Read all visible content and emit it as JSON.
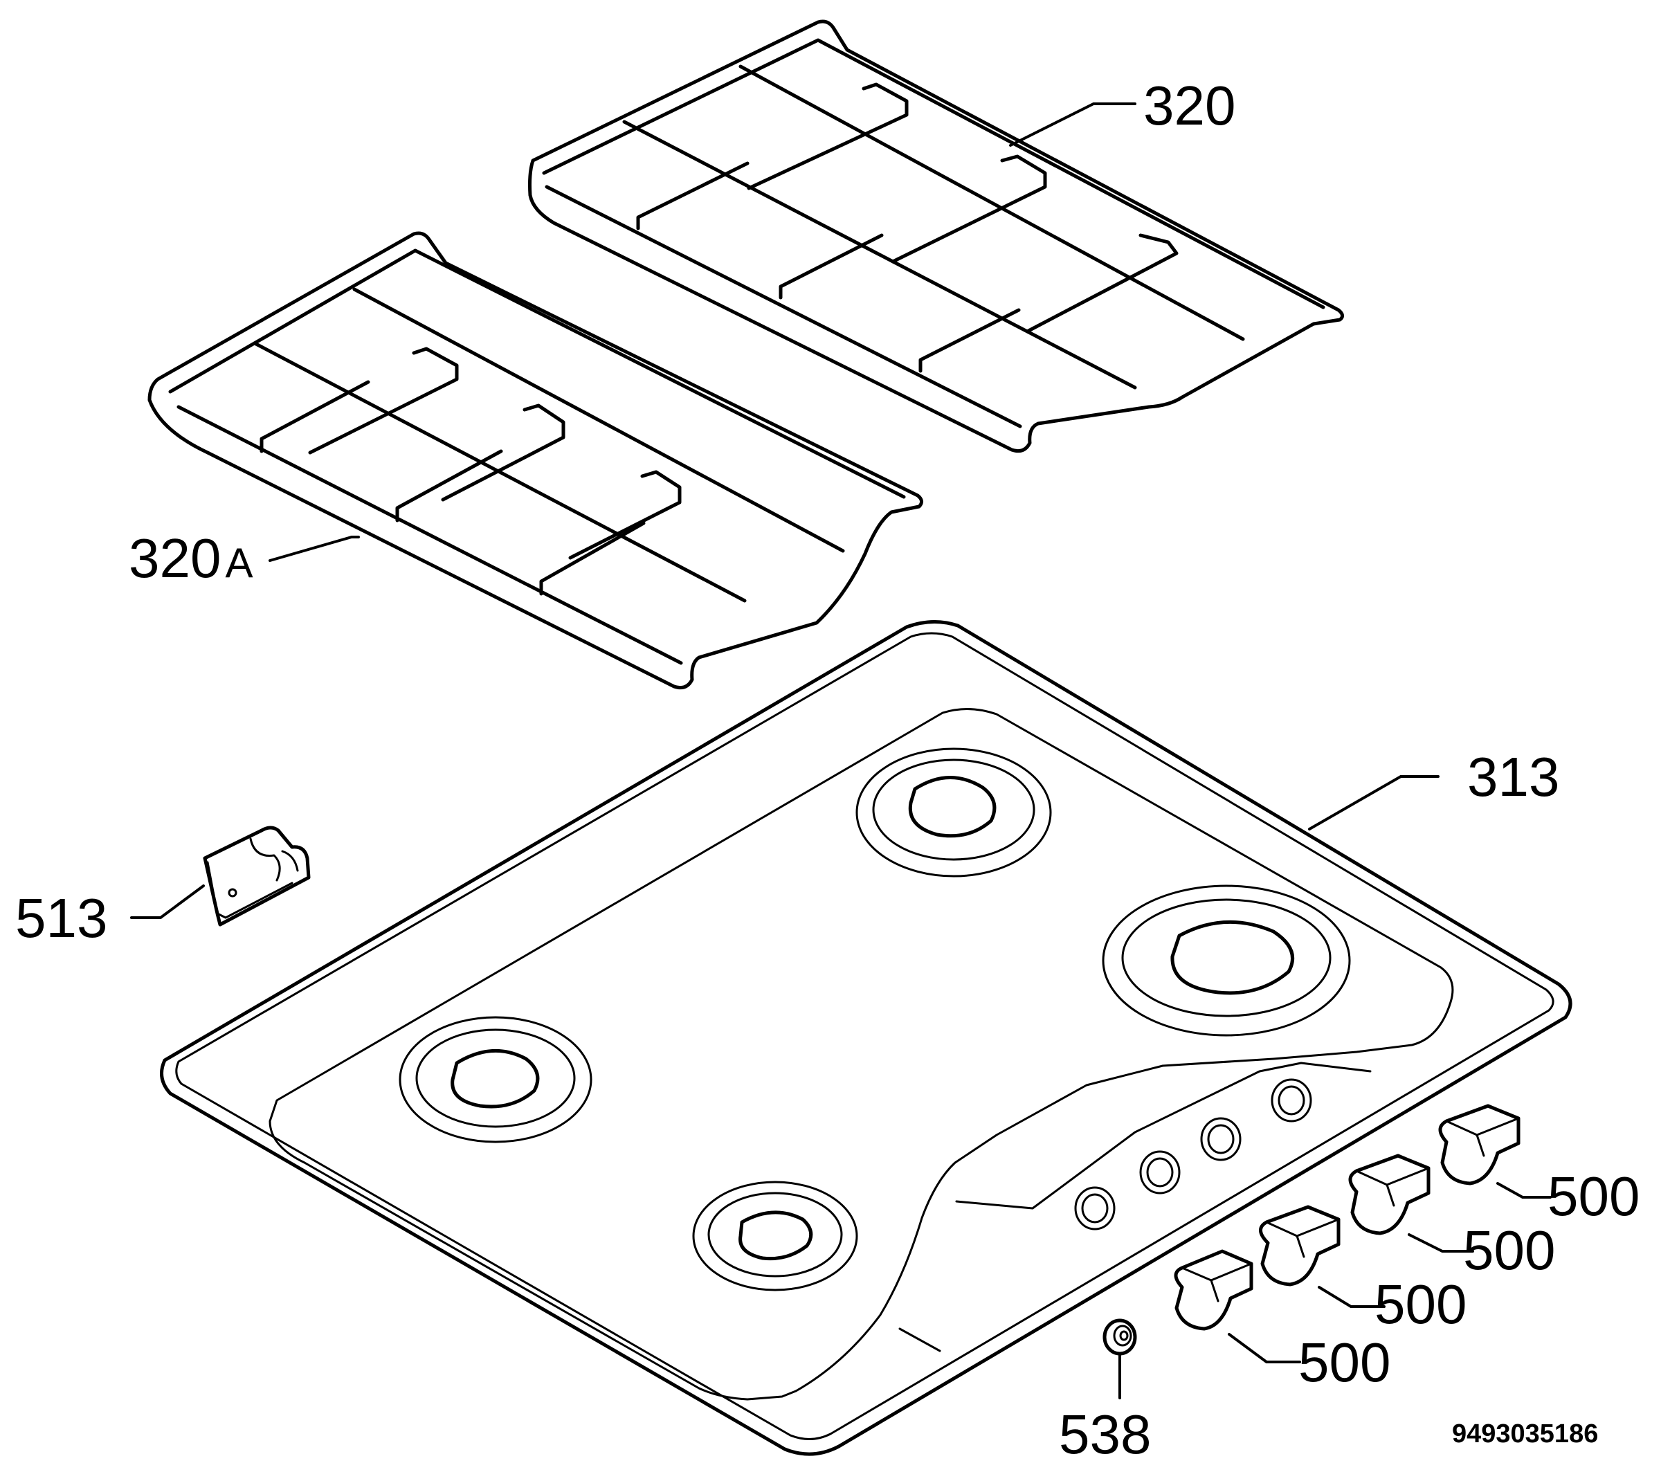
{
  "diagram": {
    "labels": {
      "grid_right": "320",
      "grid_left_number": "320",
      "grid_left_suffix": "A",
      "hob": "313",
      "bracket": "513",
      "knob_1": "500",
      "knob_2": "500",
      "knob_3": "500",
      "knob_4": "500",
      "spindle_part": "538"
    },
    "document_number": "9493035186",
    "line_color": "#000000",
    "background_color": "#ffffff"
  }
}
